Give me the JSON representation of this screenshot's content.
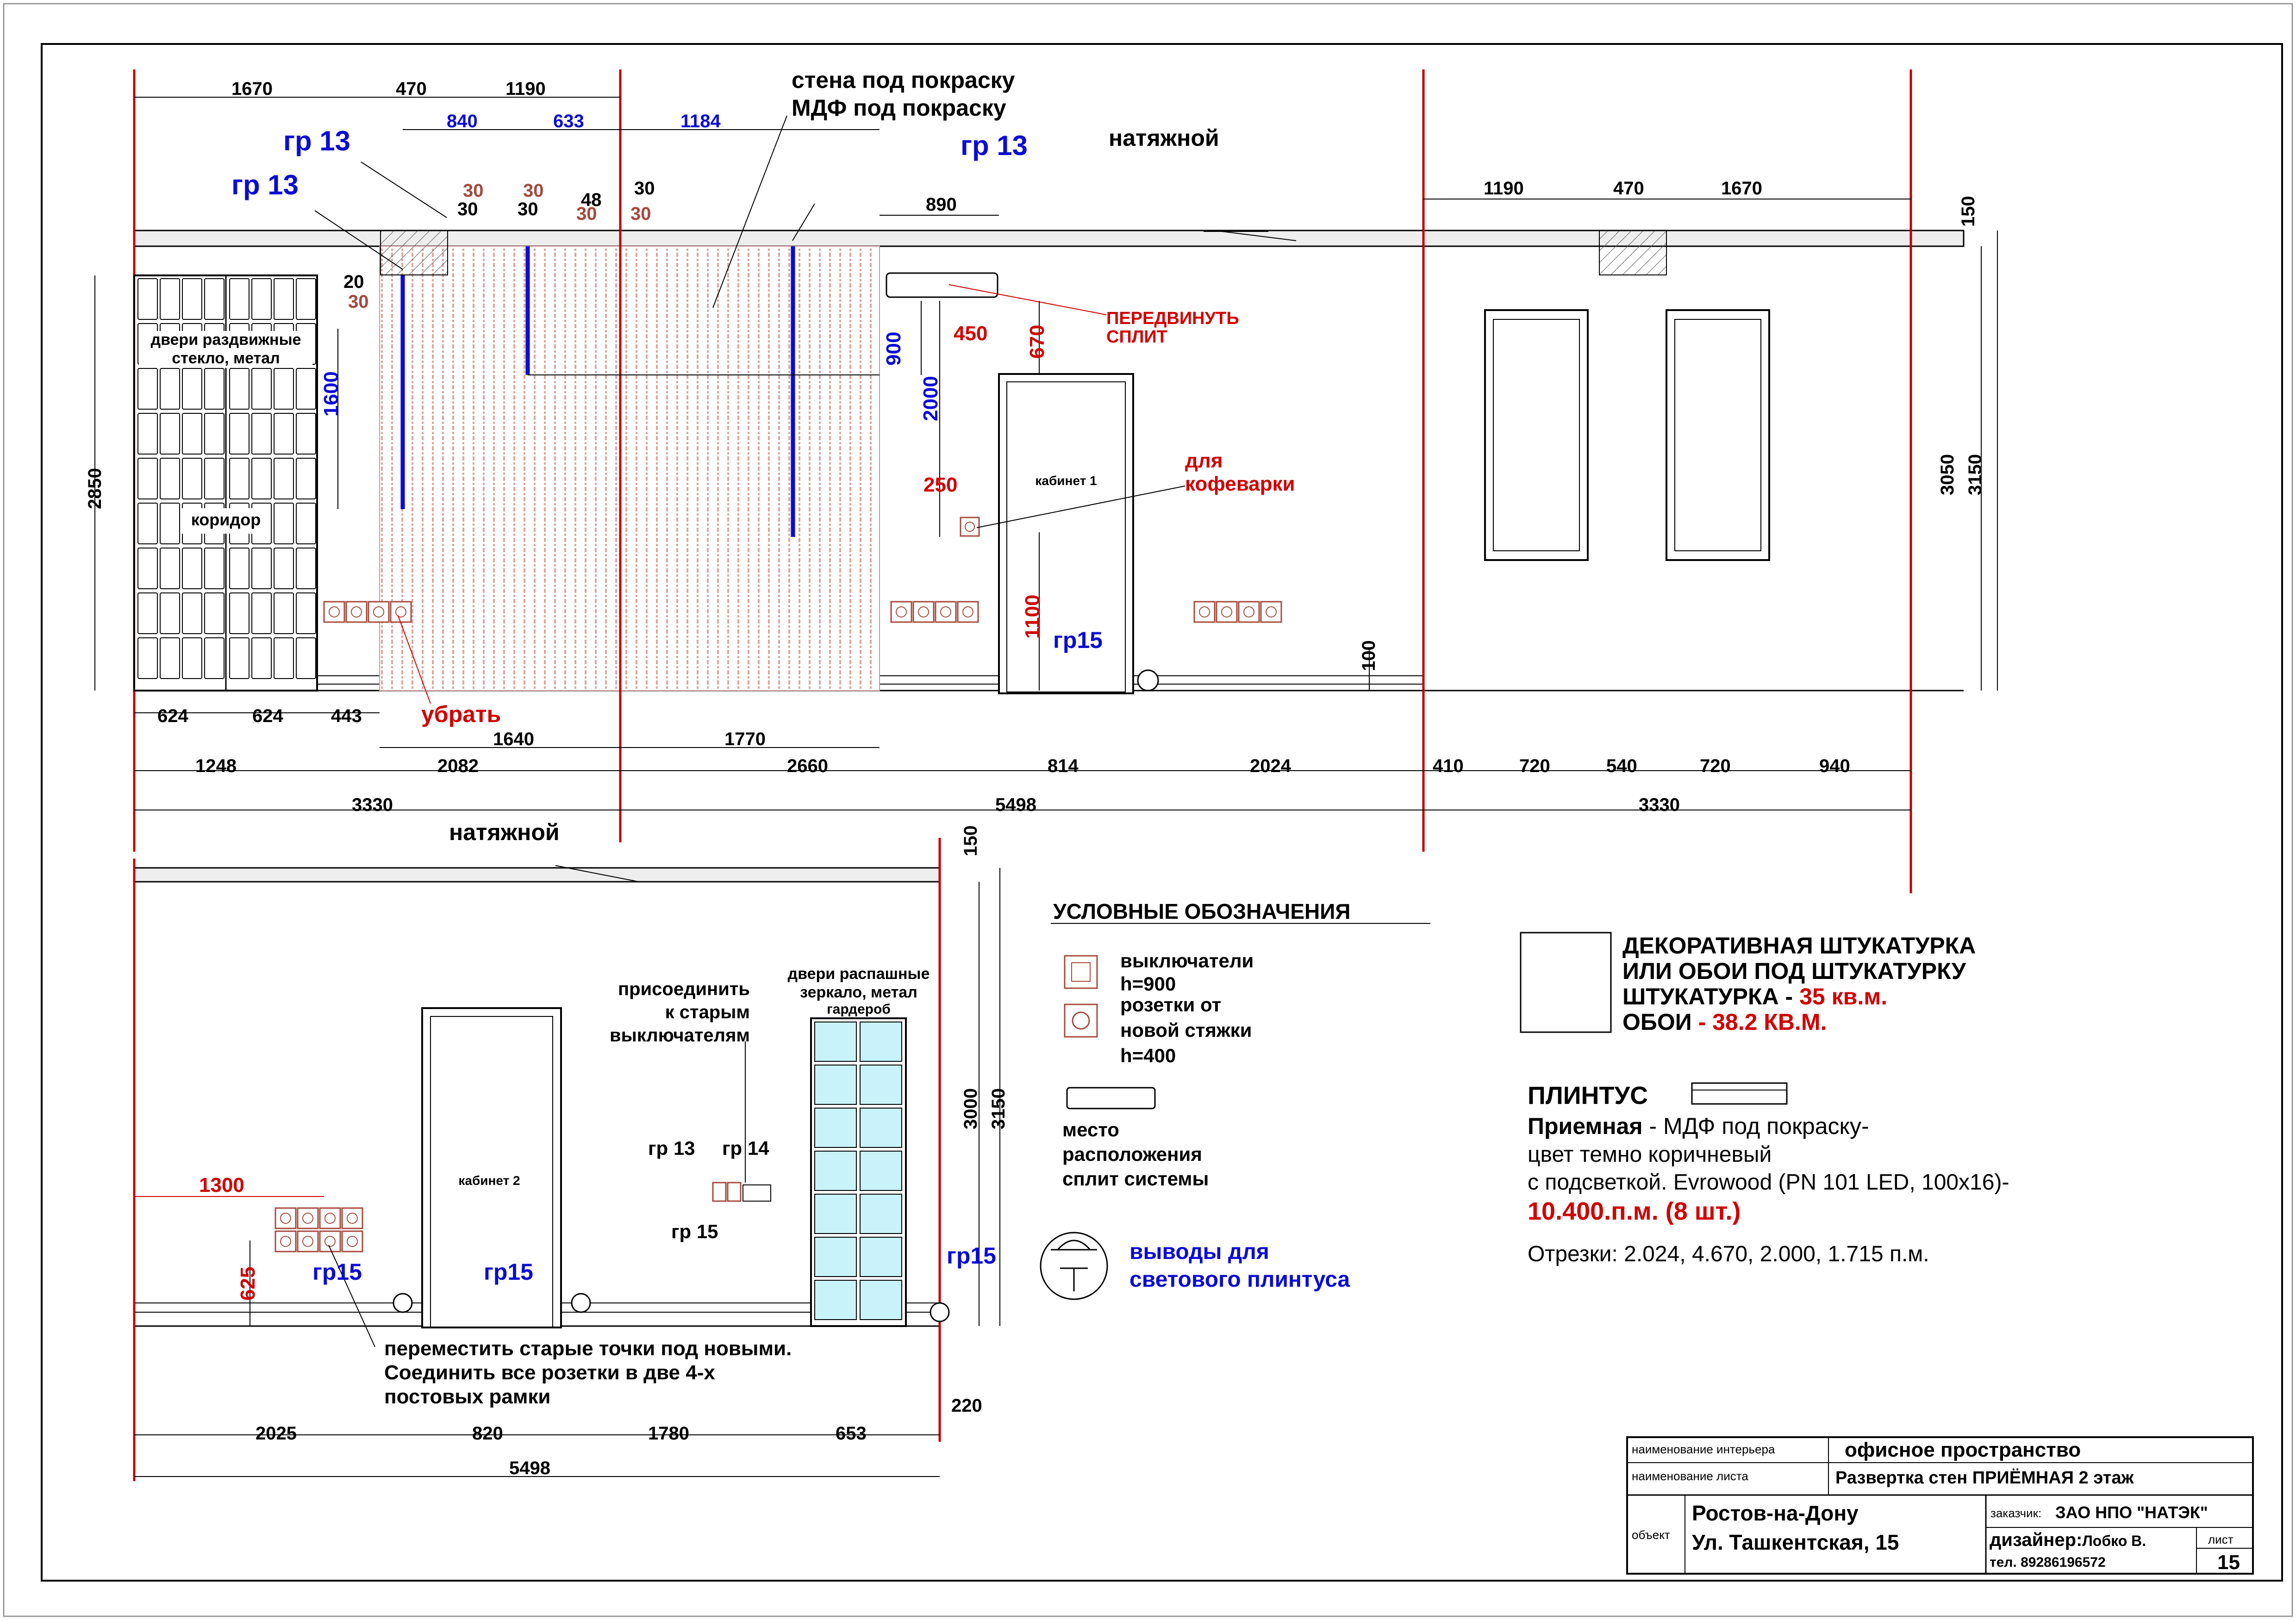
{
  "colors": {
    "ink": "#000000",
    "blue": "#0b0bd6",
    "red": "#d00000",
    "brown": "#a44a3f",
    "wall_red": "#c00000"
  },
  "top_elevation": {
    "dims_top_left": [
      "1670",
      "470",
      "1190"
    ],
    "dims_blue_top": [
      "840",
      "633",
      "1184"
    ],
    "dims_top_right": [
      "1190",
      "470",
      "1670"
    ],
    "gr13": [
      "гр 13",
      "гр 13",
      "гр 13"
    ],
    "small_dims": {
      "a30": "30",
      "b30": "30",
      "c30": "30",
      "d30": "30",
      "e48": "48",
      "f30": "30",
      "g30": "30",
      "h30": "30",
      "i20": "20",
      "j30": "30"
    },
    "note_wall": [
      "стена под покраску",
      "МДФ под покраску"
    ],
    "ceiling_label": "натяжной",
    "dim_890": "890",
    "dim_900": "900",
    "dim_2000": "2000",
    "dim_450": "450",
    "dim_670": "670",
    "dim_250": "250",
    "dim_1100": "1100",
    "dim_1600": "1600",
    "dim_100": "100",
    "dim_2850": "2850",
    "dim_3050": "3050",
    "dim_3150": "3150",
    "dim_150": "150",
    "note_split": [
      "ПЕРЕДВИНУТЬ",
      "СПЛИТ"
    ],
    "note_coffee": [
      "для",
      "кофеварки"
    ],
    "door_label": [
      "двери раздвижные",
      "стекло, метал"
    ],
    "corridor": "коридор",
    "cabinet1": "кабинет 1",
    "gr15": "гр15",
    "remove": "убрать",
    "row1": [
      "624",
      "624",
      "443"
    ],
    "row2": [
      "1640",
      "1770"
    ],
    "row3": [
      "1248",
      "2082",
      "2660",
      "814",
      "2024",
      "410",
      "720",
      "540",
      "720",
      "940"
    ],
    "row4": [
      "3330",
      "5498",
      "3330"
    ]
  },
  "bottom_elevation": {
    "ceiling_label": "натяжной",
    "dim_150": "150",
    "dim_3000": "3000",
    "dim_3150": "3150",
    "dim_1300": "1300",
    "dim_625": "625",
    "dim_220": "220",
    "note_connect": [
      "присоединить",
      "к старым",
      "выключателям"
    ],
    "door_label": [
      "двери распашные",
      "зеркало, метал",
      "гардероб"
    ],
    "cabinet2": "кабинет 2",
    "gr13": "гр 13",
    "gr14": "гр 14",
    "gr15_switch": "гр 15",
    "gr15a": "гр15",
    "gr15b": "гр15",
    "gr15c": "гр15",
    "note_move": [
      "переместить старые точки под новыми.",
      "Соединить все розетки в две 4-х",
      "постовых рамки"
    ],
    "row1": [
      "2025",
      "820",
      "1780",
      "653"
    ],
    "row2": "5498"
  },
  "legend": {
    "title": "УСЛОВНЫЕ ОБОЗНАЧЕНИЯ",
    "switches": [
      "выключатели",
      "h=900"
    ],
    "sockets": [
      "розетки от",
      "новой стяжки",
      "h=400"
    ],
    "split": [
      "место",
      "расположения",
      "сплит системы"
    ],
    "led": [
      "выводы для",
      "светового плинтуса"
    ]
  },
  "materials": {
    "lines": [
      "ДЕКОРАТИВНАЯ ШТУКАТУРКА",
      "ИЛИ ОБОИ ПОД ШТУКАТУРКУ"
    ],
    "plaster_label": "ШТУКАТУРКА - ",
    "plaster_value": "35 кв.м.",
    "wallpaper_label": "ОБОИ ",
    "wallpaper_value": "- 38.2 КВ.М.",
    "plinth_title": "ПЛИНТУС",
    "room": "Приемная",
    "desc1": " - МДФ под покраску-",
    "desc2": "цвет темно коричневый",
    "desc3": "с подсветкой. Evrowood (PN 101 LED, 100x16)-",
    "total": "10.400.п.м. (8 шт.)",
    "segments": "Отрезки: 2.024, 4.670, 2.000, 1.715 п.м."
  },
  "title_block": {
    "label_interior": "наименование интерьера",
    "interior": "офисное пространство",
    "label_sheet": "наименование листа",
    "sheet": "Развертка стен ПРИЁМНАЯ 2 этаж",
    "label_object": "объект",
    "city": "Ростов-на-Дону",
    "street": "Ул. Ташкентская, 15",
    "label_customer": "заказчик:",
    "customer": "ЗАО НПО \"НАТЭК\"",
    "designer_label": "дизайнер:",
    "designer": "Лобко В.",
    "phone": "тел. 89286196572",
    "label_list": "лист",
    "list_no": "15"
  }
}
